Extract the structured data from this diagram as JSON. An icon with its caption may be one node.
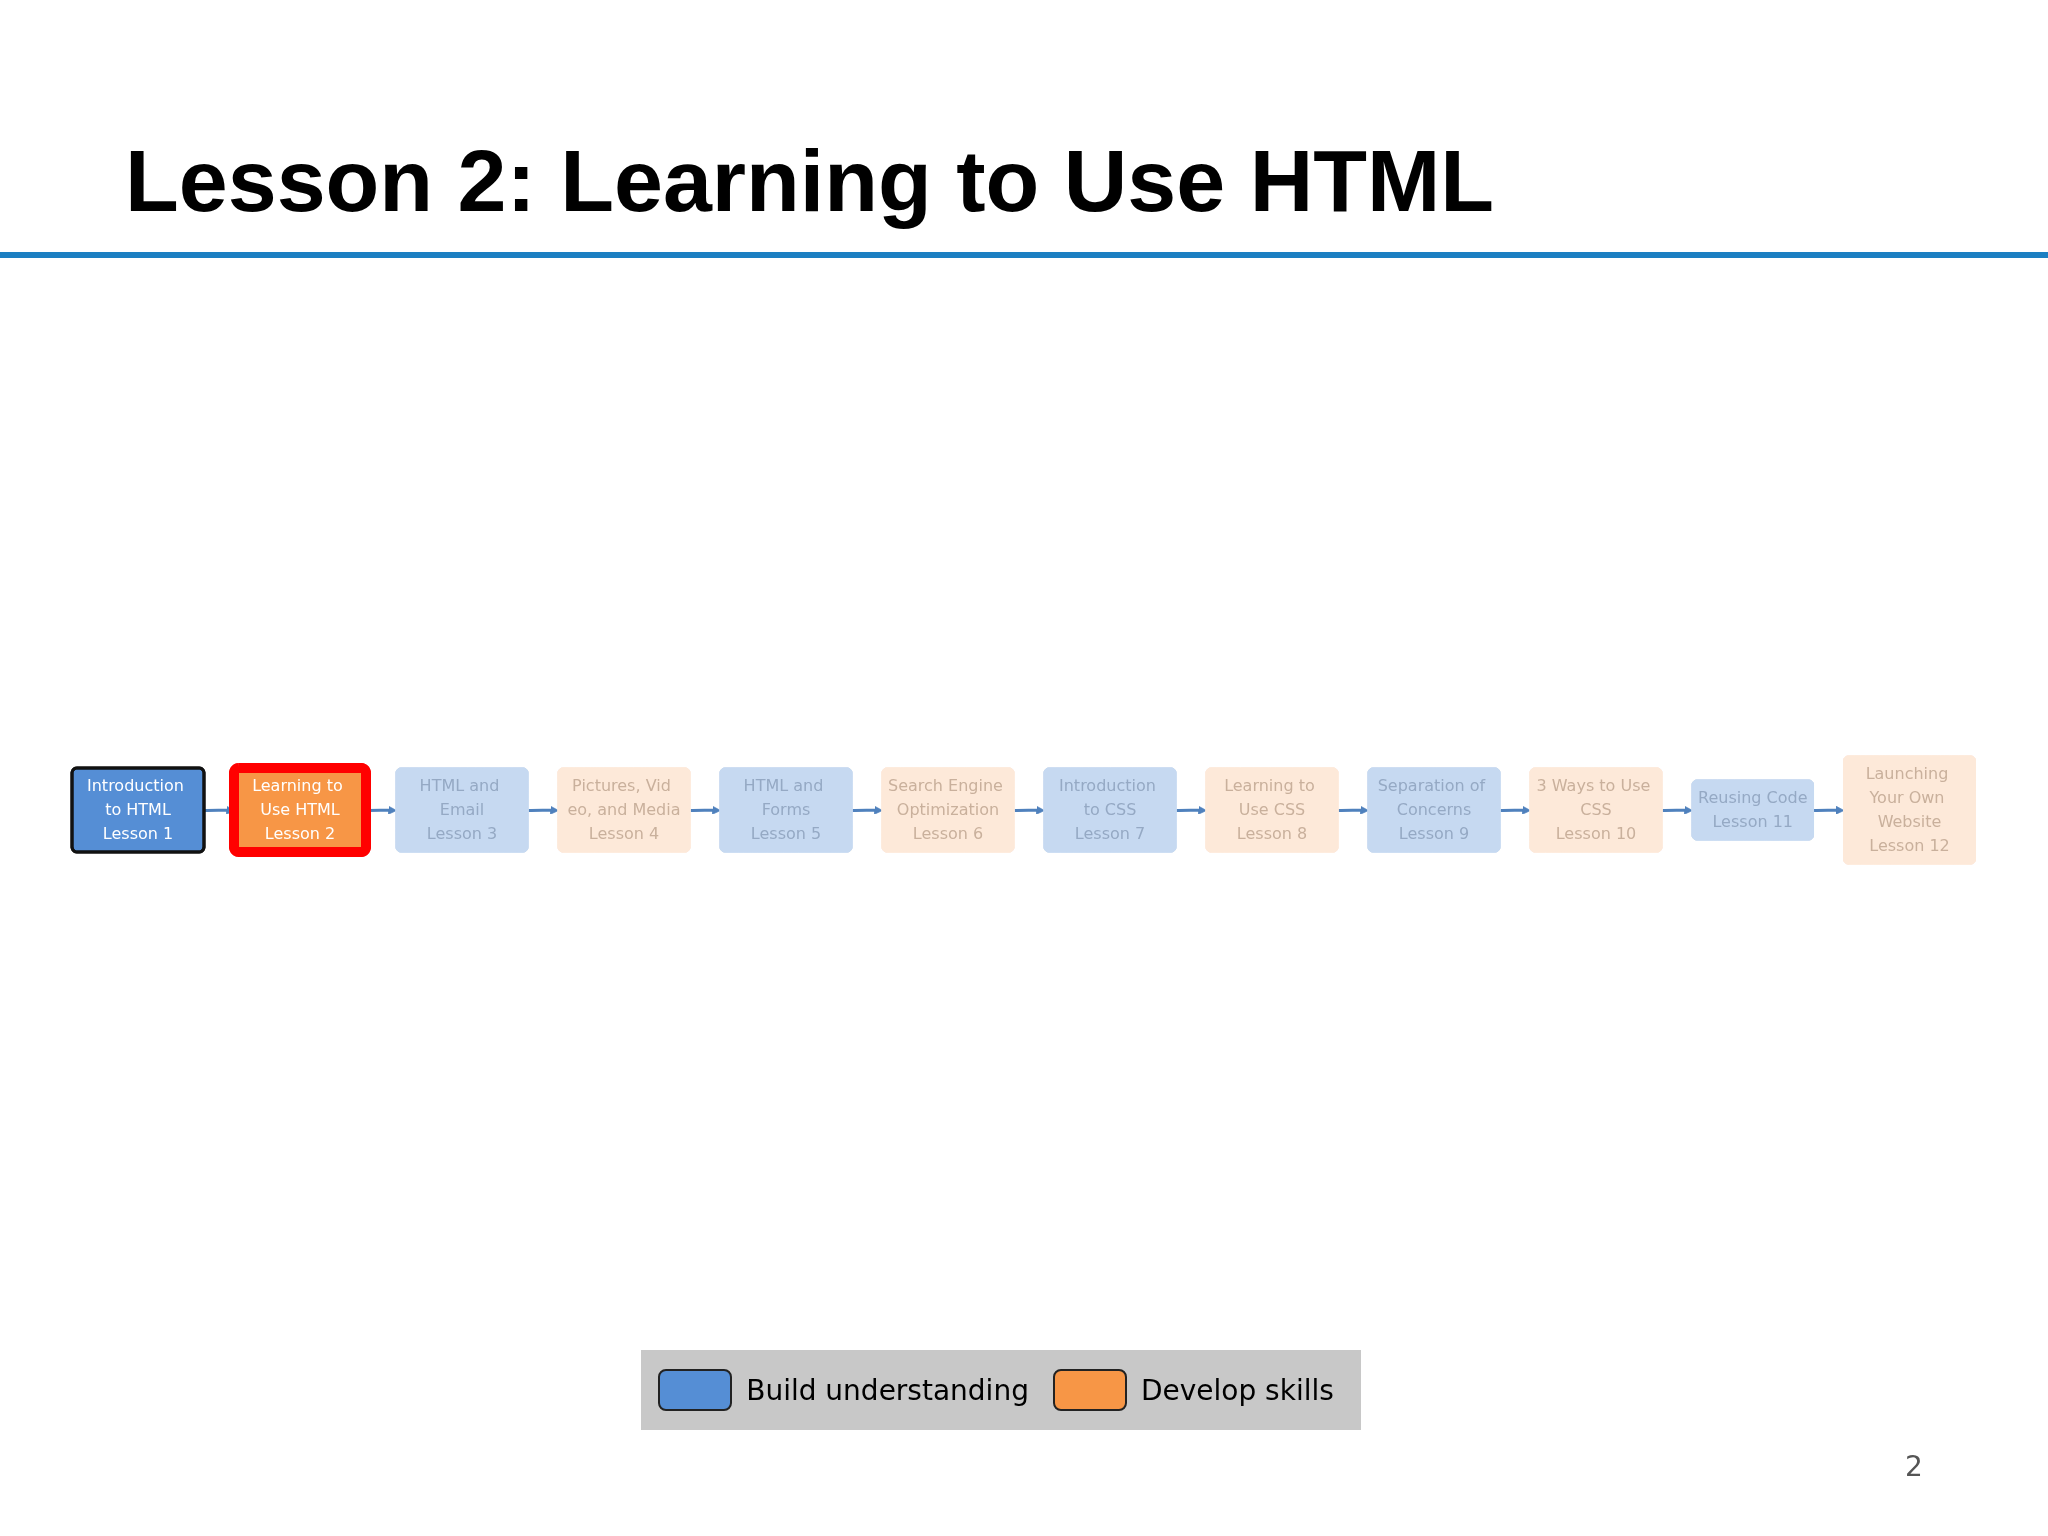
{
  "diagram": {
    "title": "Lesson 2: Learning to Use HTML",
    "nodes": [
      {
        "text": [
          "Introduction to HTML",
          "Lesson 1"
        ]
      },
      {
        "text": [
          "Learning to Use HTML",
          "Lesson 2"
        ]
      },
      {
        "text": [
          "HTML and Email",
          "Lesson 3"
        ]
      },
      {
        "text": [
          "Pictures, Vid eo, and Media",
          "Lesson 4"
        ]
      },
      {
        "text": [
          "HTML and Forms",
          "Lesson 5"
        ]
      },
      {
        "text": [
          "Search Engine Optimization",
          "Lesson 6"
        ]
      },
      {
        "text": [
          "Introduction to CSS",
          "Lesson 7"
        ]
      },
      {
        "text": [
          "Learning to Use CSS",
          "Lesson 8"
        ]
      },
      {
        "text": [
          "Separation of Concerns",
          "Lesson 9"
        ]
      },
      {
        "text": [
          "3 Ways to Use CSS",
          "Lesson 10"
        ]
      },
      {
        "text": [
          "Reusing Code",
          "Lesson 11"
        ]
      },
      {
        "text": [
          "Launching Your Own Website",
          "Lesson 12"
        ]
      }
    ],
    "edges": [
      {
        "from": 0,
        "to": 1,
        "arrow": "to"
      },
      {
        "from": 1,
        "to": 2,
        "arrow": "to"
      },
      {
        "from": 2,
        "to": 3,
        "arrow": "to"
      },
      {
        "from": 3,
        "to": 4,
        "arrow": "to"
      },
      {
        "from": 4,
        "to": 5,
        "arrow": "to"
      },
      {
        "from": 5,
        "to": 6,
        "arrow": "to"
      },
      {
        "from": 6,
        "to": 7,
        "arrow": "to"
      },
      {
        "from": 7,
        "to": 8,
        "arrow": "to"
      },
      {
        "from": 8,
        "to": 9,
        "arrow": "to"
      },
      {
        "from": 9,
        "to": 10,
        "arrow": "to"
      },
      {
        "from": 10,
        "to": 11,
        "arrow": "to"
      }
    ],
    "labels": [
      "2"
    ],
    "legend": [
      {
        "text": "Build understanding",
        "color": "#558ed5"
      },
      {
        "text": "Develop skills",
        "color": "#f79646"
      }
    ]
  }
}
